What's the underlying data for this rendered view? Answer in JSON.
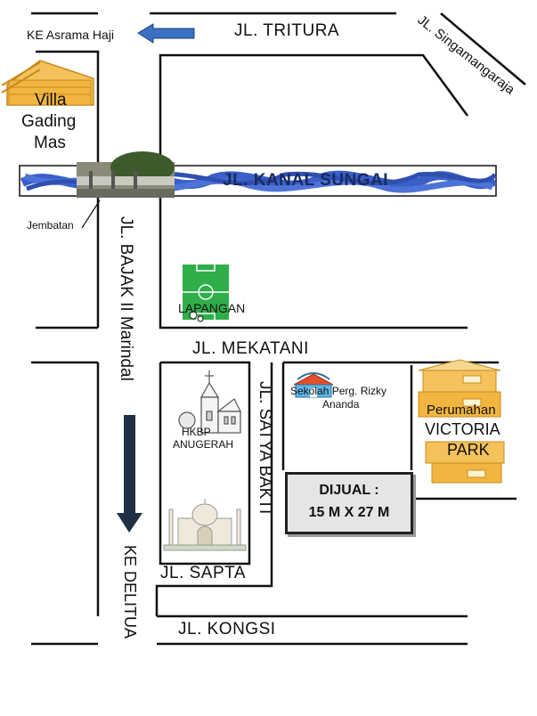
{
  "roads": {
    "tritura": "JL. TRITURA",
    "singamangaraja": "JL. Singamangaraja",
    "kanal_sungai": "JL. KANAL SUNGAI",
    "mekatani": "JL. MEKATANI",
    "satya_bakti": "JL. SATYA BAKTI",
    "sapta": "JL. SAPTA",
    "kongsi": "JL. KONGSI",
    "bajak": "JL. BAJAK II Marindal"
  },
  "directions": {
    "asrama_haji": "KE Asrama Haji",
    "delitua": "KE DELITUA"
  },
  "landmarks": {
    "villa_line1": "Villa",
    "villa_line2": "Gading",
    "villa_line3": "Mas",
    "jembatan": "Jembatan",
    "lapangan": "LAPANGAN",
    "hkbp_line1": "HKBP",
    "hkbp_line2": "ANUGERAH",
    "sekolah_line1": "Sekolah Perg. Rizky",
    "sekolah_line2": "Ananda",
    "perumahan_line1": "Perumahan",
    "perumahan_line2": "VICTORIA",
    "perumahan_line3": "PARK"
  },
  "sale": {
    "title": "DIJUAL :",
    "size": "15 M X 27 M"
  },
  "colors": {
    "river": "#3a5fc8",
    "arrow_blue": "#3a6fc4",
    "arrow_dark": "#1f2f44",
    "field": "#2fae4a",
    "building": "#f2b640",
    "school_roof": "#e2502e"
  }
}
